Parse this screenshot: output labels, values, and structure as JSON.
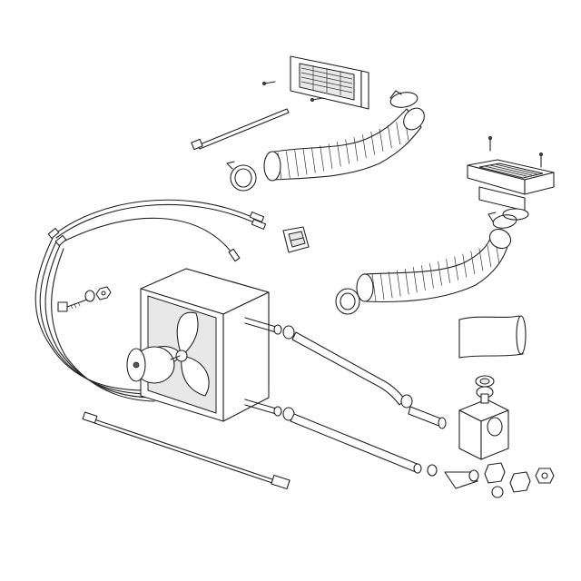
{
  "diagram": {
    "type": "exploded-parts-view",
    "parts": [
      {
        "name": "upper-vent-grille"
      },
      {
        "name": "lower-vent-grille"
      },
      {
        "name": "upper-flex-duct"
      },
      {
        "name": "lower-flex-duct"
      },
      {
        "name": "hose-clamp"
      },
      {
        "name": "fan-heater-core-box"
      },
      {
        "name": "fan-motor"
      },
      {
        "name": "wiring-harness"
      },
      {
        "name": "rocker-switch"
      },
      {
        "name": "cable-tie"
      },
      {
        "name": "ground-strap"
      },
      {
        "name": "heater-hose"
      },
      {
        "name": "shutoff-valve"
      },
      {
        "name": "pipe-fittings"
      },
      {
        "name": "bolt-washer-nut"
      },
      {
        "name": "foam-sleeve"
      }
    ]
  },
  "colors": {
    "line": "#222222",
    "background": "#ffffff",
    "shade": "#e8e8e8"
  }
}
